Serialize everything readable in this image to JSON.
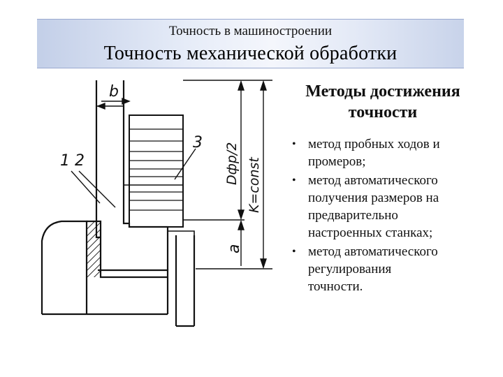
{
  "header": {
    "subtitle": "Точность в машиностроении",
    "title": "Точность механической обработки"
  },
  "methods": {
    "heading_line1": "Методы достижения",
    "heading_line2": "точности",
    "items": [
      {
        "line1": "метод пробных ходов и",
        "line2": "промеров;"
      },
      {
        "line1": "метод автоматического",
        "line2": "получения размеров на",
        "line3": "предварительно",
        "line4": "настроенных станках;"
      },
      {
        "line1": "метод автоматического",
        "line2": "регулирования",
        "line3": "точности."
      }
    ]
  },
  "drawing": {
    "label_b": "b",
    "label_12": "1 2",
    "label_3": "3",
    "label_dim_top": "Dфр/2",
    "label_dim_k": "K=const",
    "label_a": "a"
  }
}
